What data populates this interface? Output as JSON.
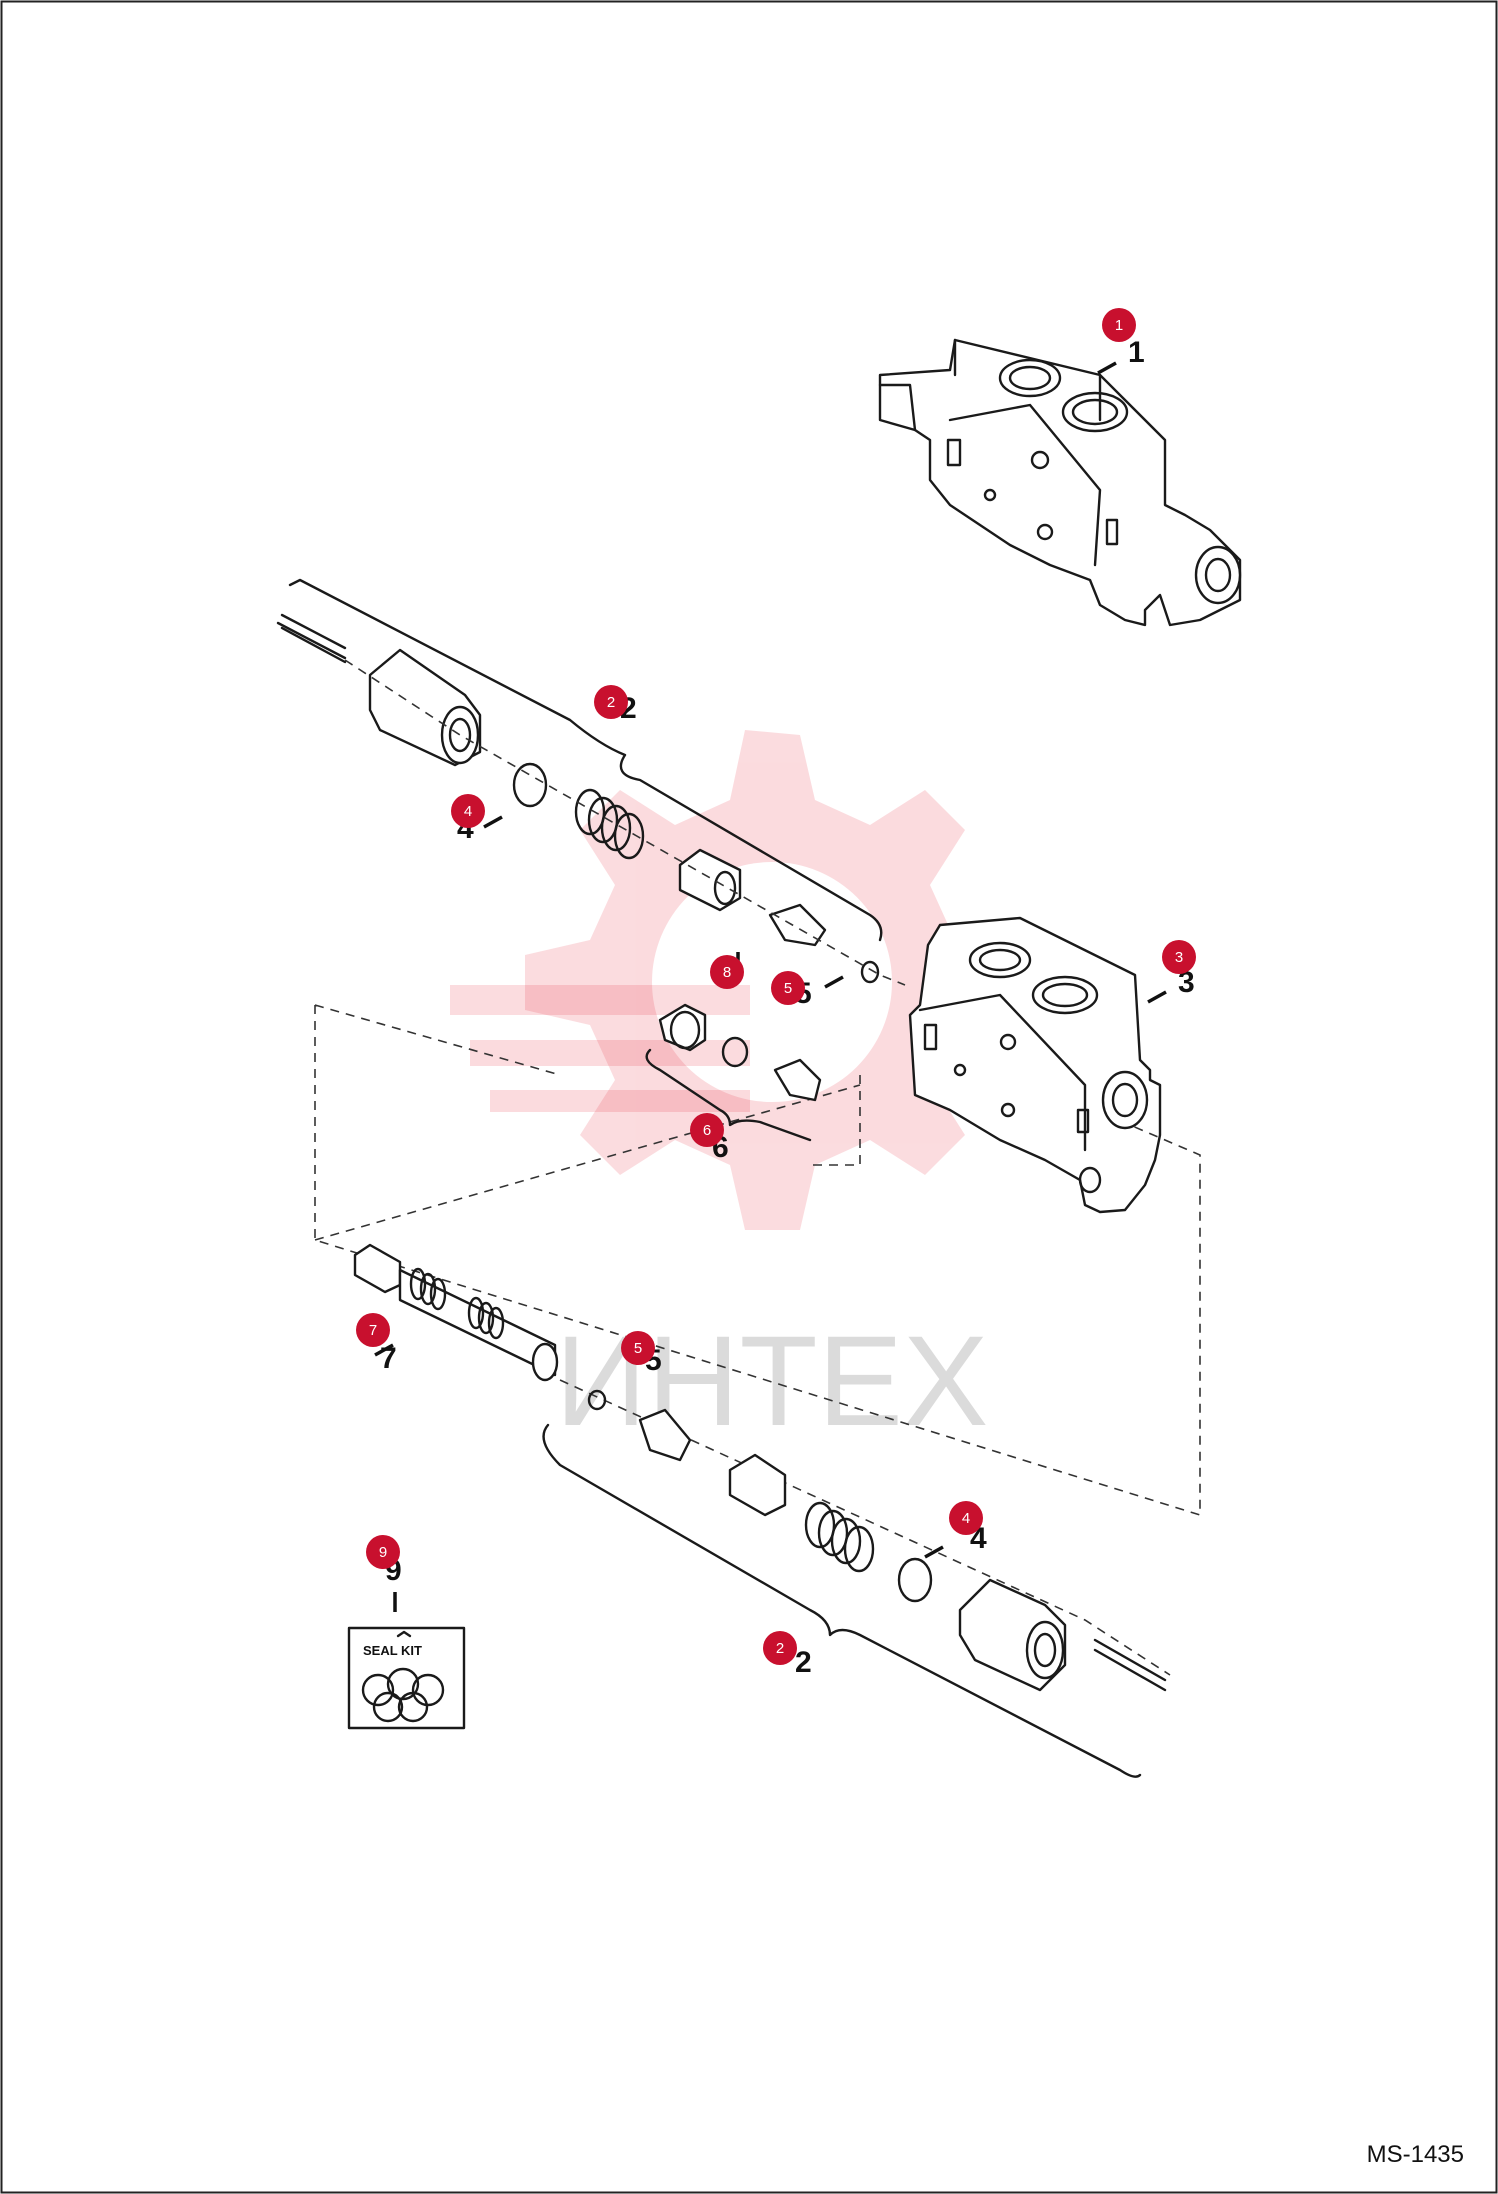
{
  "document_code": "MS-1435",
  "watermark": {
    "text": "ИНТЕХ",
    "color": "#e8263a"
  },
  "callout_color": "#c8102e",
  "parts": [
    {
      "callout": "1",
      "label": "1"
    },
    {
      "callout": "2",
      "label": "2"
    },
    {
      "callout": "3",
      "label": "3"
    },
    {
      "callout": "4",
      "label": "4"
    },
    {
      "callout": "8",
      "label": ""
    },
    {
      "callout": "5",
      "label": "5"
    },
    {
      "callout": "6",
      "label": "6"
    },
    {
      "callout": "7",
      "label": "7"
    },
    {
      "callout": "5",
      "label": "5"
    },
    {
      "callout": "4",
      "label": "4"
    },
    {
      "callout": "2",
      "label": "2"
    },
    {
      "callout": "9",
      "label": "9"
    }
  ],
  "seal_kit": {
    "label": "SEAL KIT",
    "icon": "o-ring-set-icon"
  }
}
